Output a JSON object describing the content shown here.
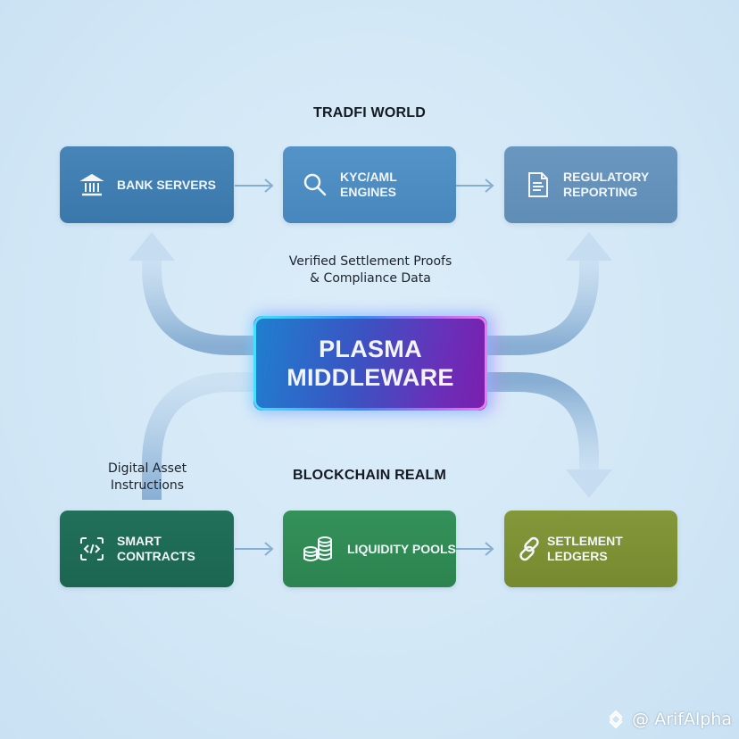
{
  "sections": {
    "tradfi_title": "TRADFI WORLD",
    "blockchain_title": "BLOCKCHAIN REALM"
  },
  "tradfi_boxes": [
    {
      "label": "BANK SERVERS",
      "icon": "bank-icon",
      "color": "#3f7fb2"
    },
    {
      "label": "KYC/AML ENGINES",
      "icon": "search-icon",
      "color": "#4a8cc2"
    },
    {
      "label": "REGULATORY\nREPORTING",
      "label_line1": "REGULATORY",
      "label_line2": "REPORTING",
      "icon": "document-icon",
      "color": "#5f8fb8"
    }
  ],
  "blockchain_boxes": [
    {
      "label": "SMART CONTRACTS",
      "icon": "code-icon",
      "color": "#1f6b4f"
    },
    {
      "label": "LIQUIDITY POOLS",
      "icon": "coins-icon",
      "color": "#2f8a52"
    },
    {
      "label": "SETLEMENT LEDGERS",
      "icon": "chain-link-icon",
      "color": "#7c8f2f"
    }
  ],
  "middleware": {
    "line1": "PLASMA",
    "line2": "MIDDLEWARE"
  },
  "captions": {
    "upper_line1": "Verified Settlement Proofs",
    "upper_line2": "& Compliance Data",
    "lower_line1": "Digital Asset",
    "lower_line2": "Instructions"
  },
  "watermark": {
    "text": "@ ArifAlpha",
    "icon": "binance-logo-icon"
  }
}
